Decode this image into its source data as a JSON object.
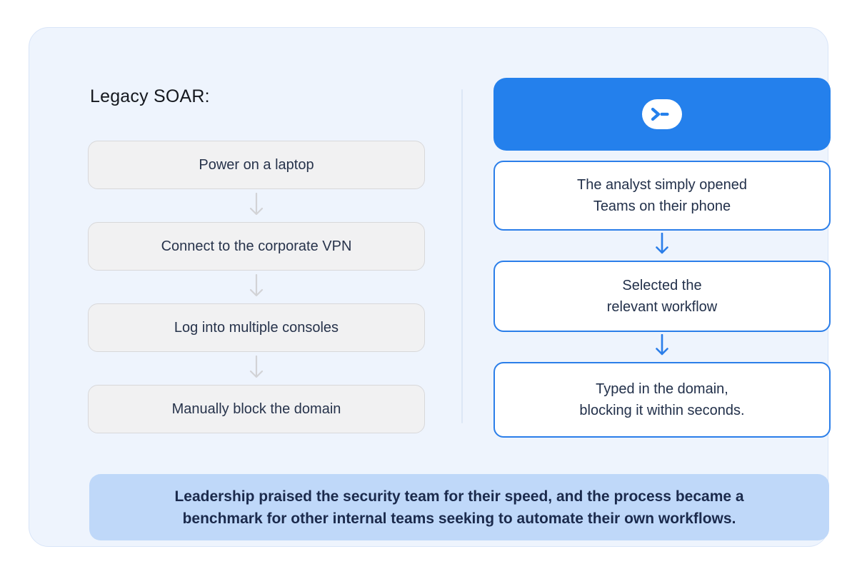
{
  "panel": {
    "left": {
      "heading": "Legacy SOAR:",
      "steps": [
        "Power on a laptop",
        "Connect to the corporate VPN",
        "Log into multiple consoles",
        "Manually block the domain"
      ]
    },
    "right": {
      "header_icon": "terminal-prompt-icon",
      "steps": [
        "The analyst simply opened\nTeams on their phone",
        "Selected the\nrelevant workflow",
        "Typed in the domain,\nblocking it within seconds."
      ]
    },
    "banner": "Leadership praised the security team for their speed, and the process became a\nbenchmark for other internal teams seeking to automate their own workflows."
  },
  "colors": {
    "accent_blue": "#2480ec",
    "blue_box_border": "#2b7ee9",
    "panel_bg": "#eef4fd",
    "panel_border": "#d9e5f8",
    "gray_box_bg": "#f1f1f2",
    "gray_box_border": "#d8d8da",
    "gray_arrow": "#d2d3d6",
    "divider": "#dce7f6",
    "banner_bg": "#bfd8f9",
    "banner_text": "#1b2a4c",
    "step_text": "#27334b",
    "heading_text": "#15181e"
  }
}
